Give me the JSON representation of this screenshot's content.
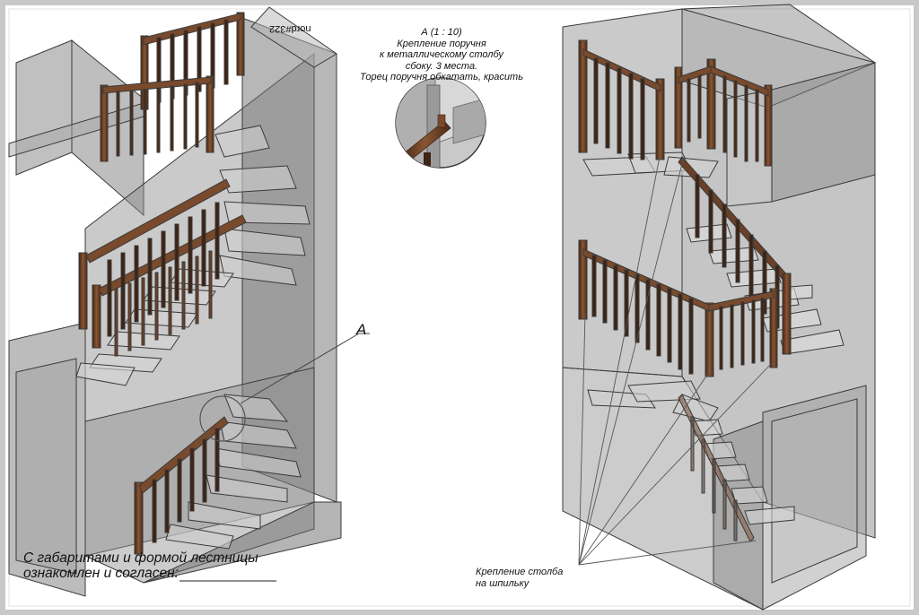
{
  "drawing_code": "nord#322",
  "detail": {
    "title": "А (1 : 10)",
    "lines": [
      "Крепление поручня",
      "к металлическому столбу",
      "сбоку. 3 места.",
      "Торец поручня обкатать, красить"
    ]
  },
  "callout_label": "A",
  "approval": {
    "line1": "С габаритами и формой лестницы",
    "line2": "ознакомлен и согласен:"
  },
  "post_note": {
    "line1": "Крепление столба",
    "line2": "на шпильку"
  },
  "colors": {
    "wood": "#7a4a2c",
    "wood_dark": "#3e2414",
    "glass_fill": "#9a9a9a",
    "edge": "#3a3a3a",
    "frame": "#bdbdbd"
  }
}
